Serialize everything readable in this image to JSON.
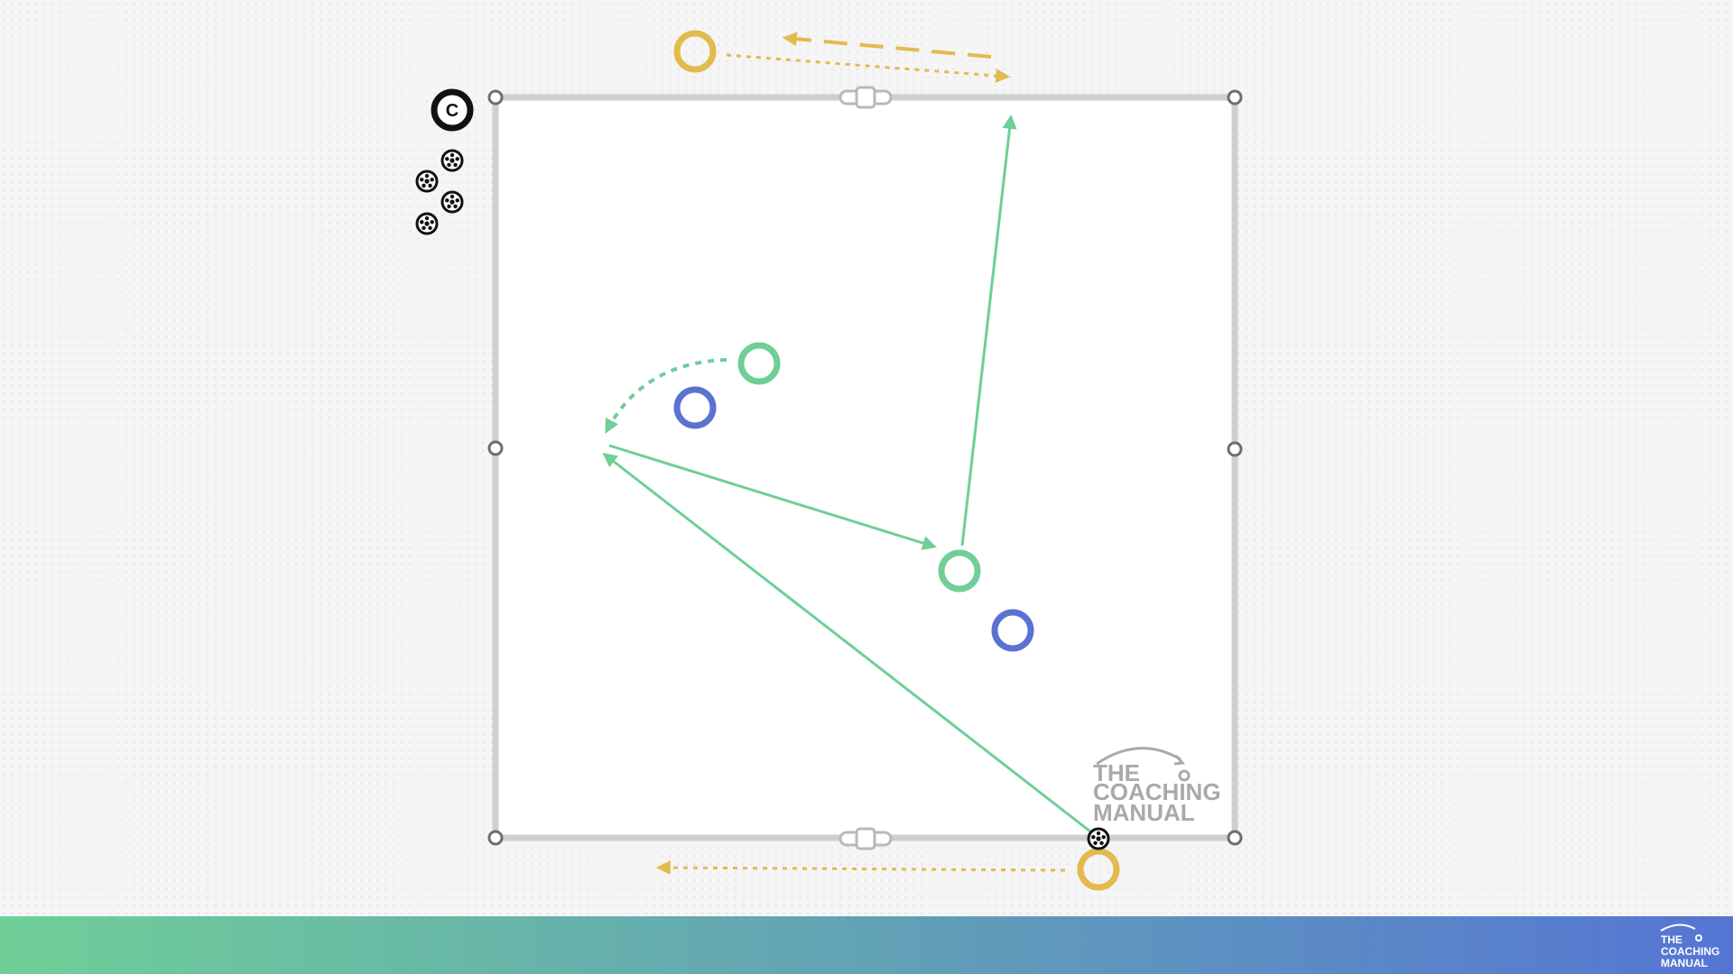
{
  "colors": {
    "team_green": "#6fcf97",
    "team_blue": "#5a72d0",
    "server_yellow": "#e3ba4e",
    "pitch_line": "#cfcfd3",
    "pitch_corner": "#6e6e70",
    "ball": "#111111",
    "footer_gradient_start": "#6fcf97",
    "footer_gradient_end": "#5575d4",
    "watermark_gray": "#a9a9ad"
  },
  "icons": {
    "coach": "coach-icon",
    "ball": "soccer-ball-icon",
    "goal": "mini-goal-icon",
    "corner": "corner-marker-icon"
  },
  "coach": {
    "label": "C"
  },
  "players": {
    "green": 2,
    "blue": 2,
    "yellow": 2
  },
  "balls": {
    "count": 5
  },
  "watermark": {
    "line1": "THE",
    "line2": "COACHING",
    "line3": "MANUAL"
  },
  "footer": {
    "logo_line1": "THE",
    "logo_line2": "COACHING",
    "logo_line3": "MANUAL"
  }
}
